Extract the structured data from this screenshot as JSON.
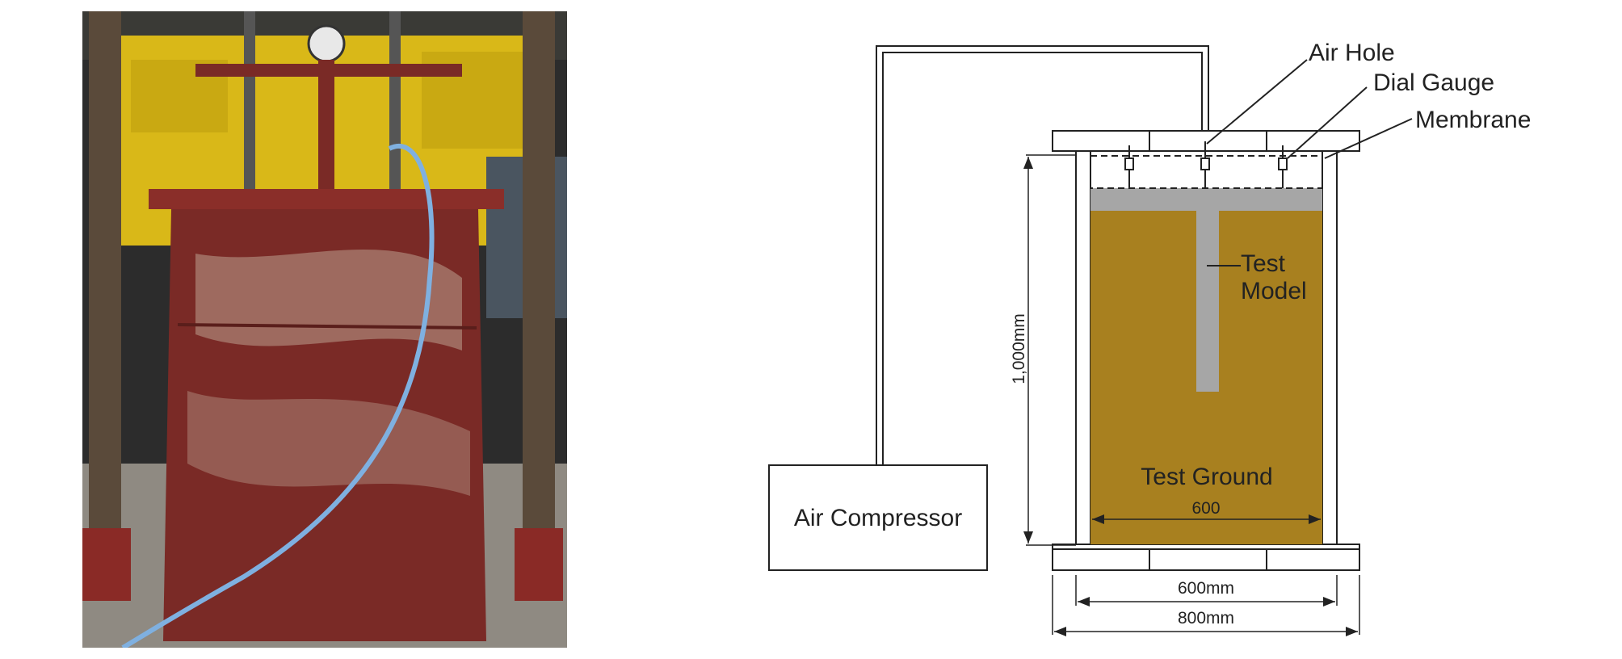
{
  "photo": {
    "description_icon": "test-apparatus-photo"
  },
  "diagram": {
    "labels": {
      "air_hole": "Air Hole",
      "dial_gauge": "Dial Gauge",
      "membrane": "Membrane",
      "test_model_line1": "Test",
      "test_model_line2": "Model",
      "test_ground": "Test Ground",
      "inner_width": "600",
      "height_dim": "1,000mm",
      "inner_dim": "600mm",
      "outer_dim": "800mm",
      "air_compressor": "Air Compressor"
    },
    "colors": {
      "soil": "#A8801F",
      "model": "#A6A6A6",
      "line": "#222222",
      "rust": "#7A2A26",
      "yellow": "#E5C11A"
    }
  }
}
